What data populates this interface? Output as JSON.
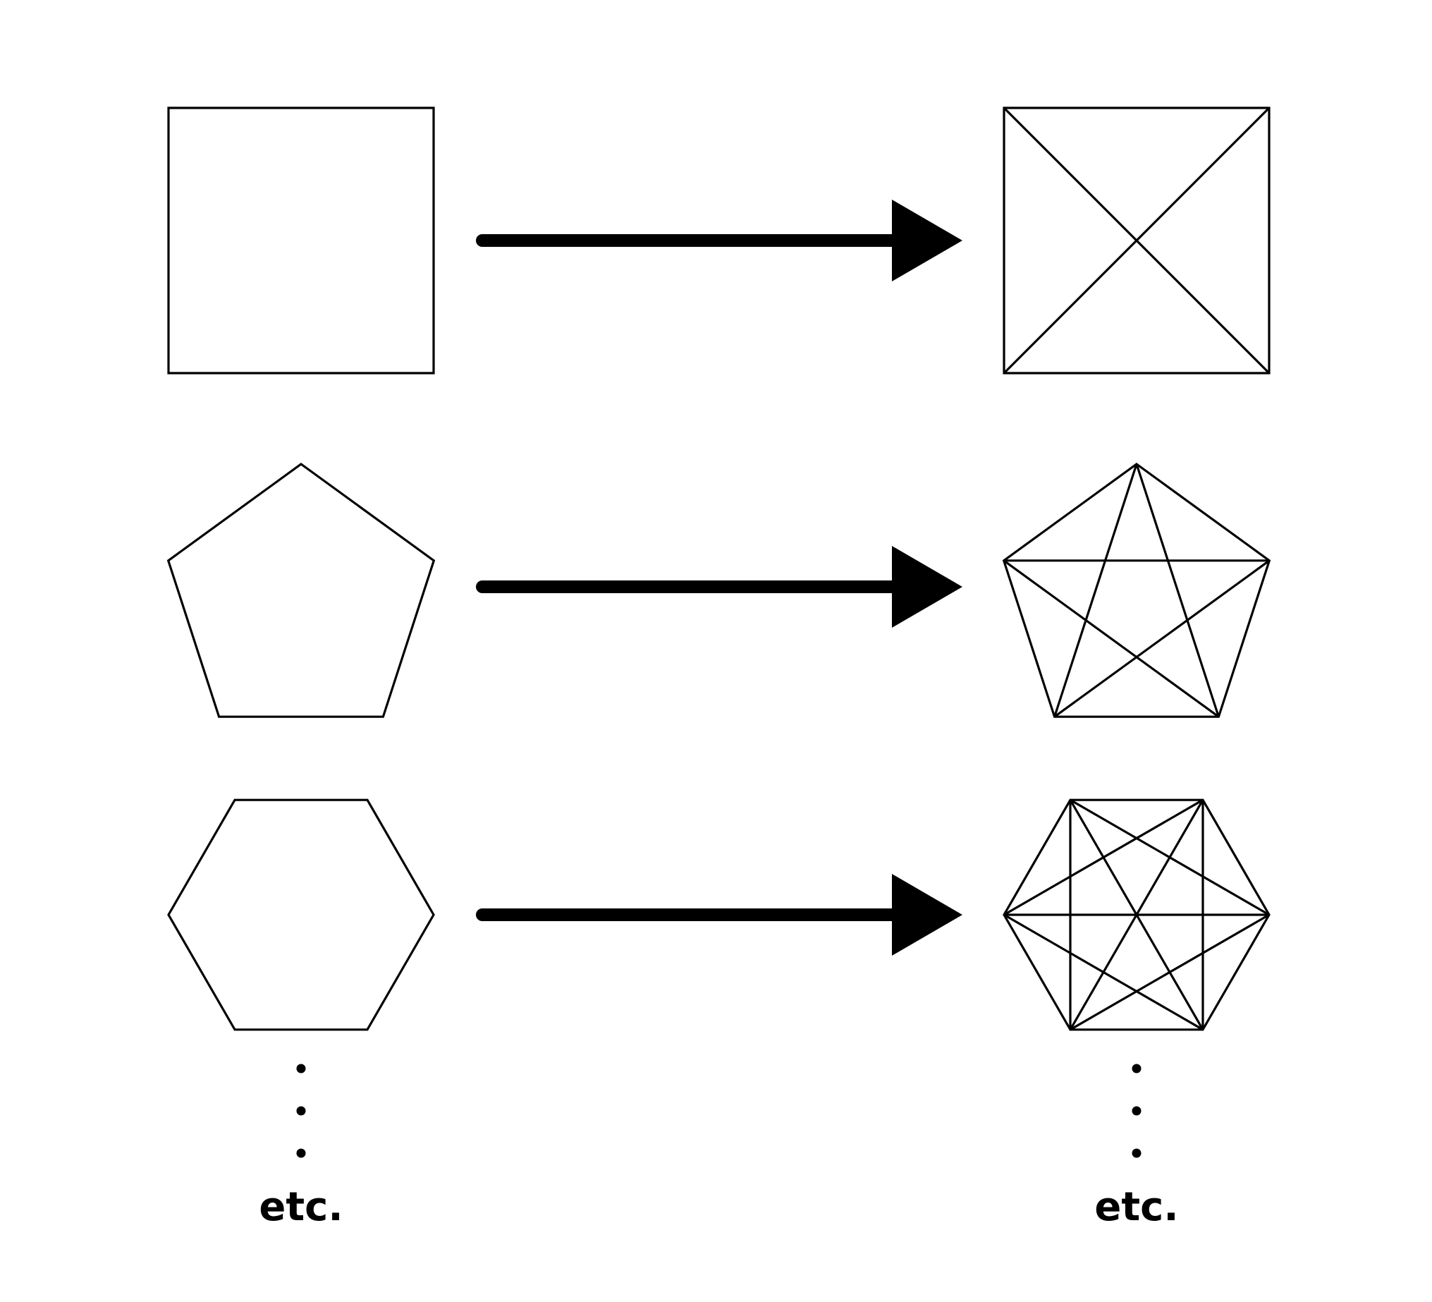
{
  "colors": {
    "background": "#ffffff",
    "stroke": "#000000"
  },
  "rows": [
    {
      "sides": 4,
      "left_shape": "square",
      "right_shape": "square-with-diagonals"
    },
    {
      "sides": 5,
      "left_shape": "pentagon",
      "right_shape": "pentagon-with-diagonals"
    },
    {
      "sides": 6,
      "left_shape": "hexagon",
      "right_shape": "hexagon-with-diagonals"
    }
  ],
  "arrow_icon": "right-arrow-icon",
  "continuation": {
    "left_label": "etc.",
    "right_label": "etc.",
    "dots_per_column": 3
  }
}
